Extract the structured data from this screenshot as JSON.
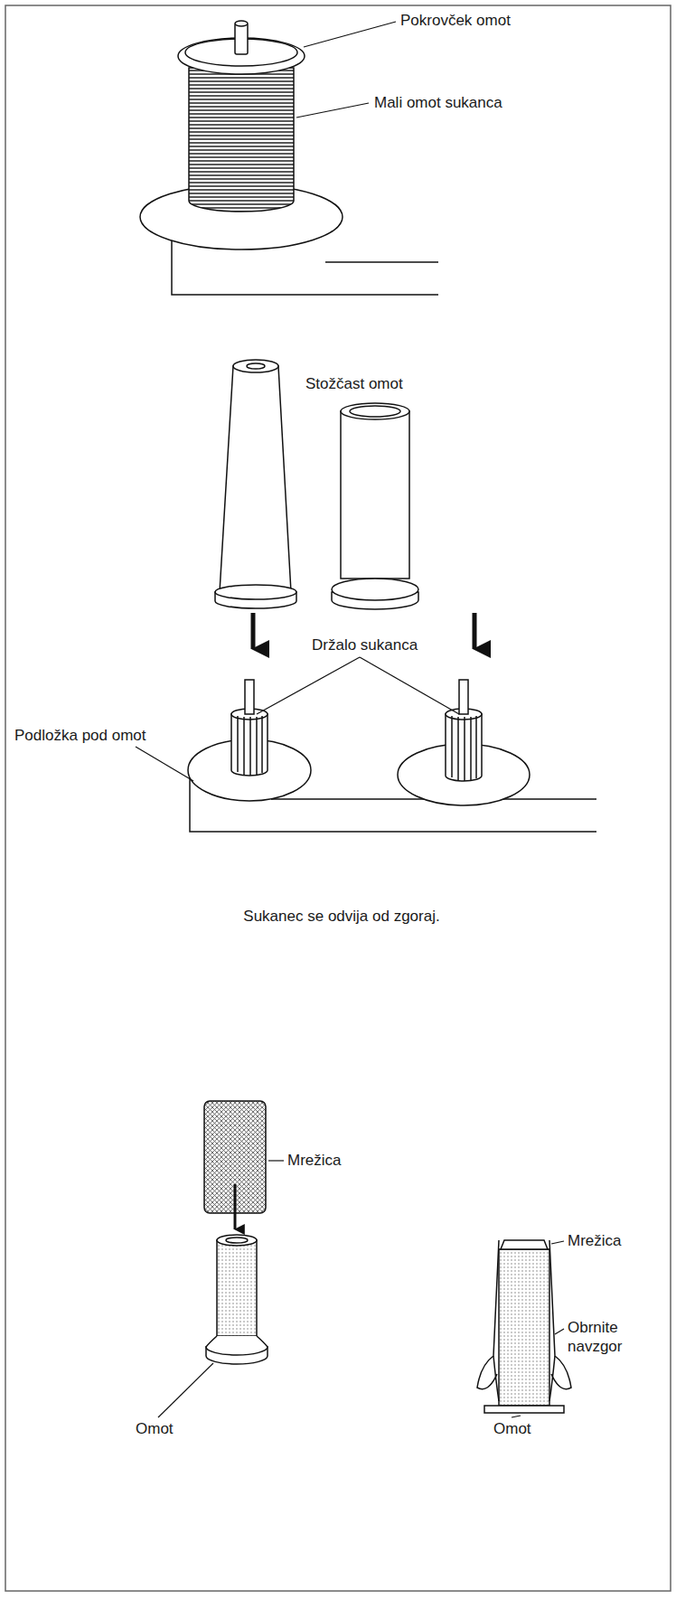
{
  "diagram": {
    "labels": [
      "Pokrovček omot",
      "Mali omot sukanca",
      "Stožčast omot",
      "Držalo sukanca",
      "Podložka pod omot",
      "Sukanec se odvija od zgoraj.",
      "Mrežica",
      "Mrežica",
      "Obrnite navzgor",
      "Omot",
      "Omot"
    ]
  }
}
